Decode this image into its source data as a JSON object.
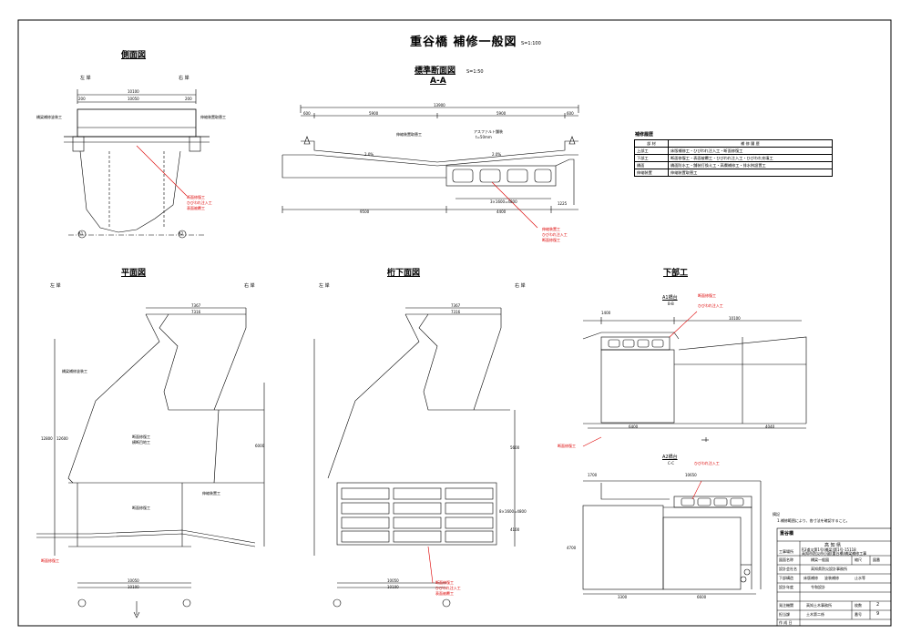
{
  "drawing": {
    "title": "重谷橋 補修一般図",
    "scale": "S=1:100"
  },
  "views": {
    "side": {
      "title": "側面図",
      "left": "左 岸",
      "right": "右 岸",
      "dims": [
        "10100",
        "10050",
        "200",
        "200"
      ],
      "notes": [
        "橋梁補修塗装工",
        "伸縮装置取替工"
      ],
      "red_note": [
        "断面修復工",
        "ひびわれ注入工",
        "表面被覆工"
      ],
      "piers": [
        "A1",
        "A2"
      ]
    },
    "section": {
      "title": "標準断面図",
      "subtitle": "A-A",
      "scale": "S=1:50",
      "dims": [
        "13900",
        "600",
        "5900",
        "5900",
        "600",
        "9500",
        "4400",
        "1225",
        "2.0%",
        "2.0%",
        "3×1600=4800"
      ],
      "notes": [
        "伸縮装置取替工",
        "アスファルト舗装",
        "t=50mm"
      ],
      "red_note": [
        "伸縮装置工",
        "ひびわれ注入工",
        "断面修復工"
      ]
    },
    "plan": {
      "title": "平面図",
      "left": "左 岸",
      "right": "右 岸",
      "dims": [
        "7367",
        "7316",
        "10050",
        "10100",
        "12600",
        "12800",
        "6000"
      ],
      "notes": [
        "橋梁補修塗装工",
        "断面修復工",
        "横断目地工",
        "伸縮装置工",
        "断面修復工"
      ],
      "red_note": [
        "断面修復工"
      ]
    },
    "girder_bottom": {
      "title": "桁下面図",
      "left": "左 岸",
      "right": "右 岸",
      "dims": [
        "7367",
        "7316",
        "10050",
        "10100",
        "5600",
        "4100",
        "8×1600=4800"
      ],
      "red_note": [
        "断面修復工",
        "ひびわれ注入工",
        "表面被覆工"
      ]
    },
    "substructure": {
      "title": "下部工",
      "a1_label": "A1橋台",
      "a1_sub": "B-B",
      "a2_label": "A2橋台",
      "a2_sub": "C-C",
      "a1_dims": [
        "1400",
        "6400",
        "4040",
        "10100"
      ],
      "a2_dims": [
        "1700",
        "10650",
        "3300",
        "6600",
        "4700"
      ],
      "red_notes": [
        "断面修復工",
        "ひびわれ注入工",
        "ひびわれ注入工",
        "断面修復工"
      ]
    }
  },
  "repair_table": {
    "title": "補修履歴",
    "header": [
      "部 材",
      "補 修 履 歴"
    ],
    "rows": [
      [
        "上部工",
        "床版補修工・ひびわれ注入工・断面修復工"
      ],
      [
        "下部工",
        "断面修復工・表面被覆工・ひびわれ注入工・ひびわれ充填工"
      ],
      [
        "橋面",
        "橋面防水工・舗装打換え工・高欄補修工・排水桝設置工"
      ],
      [
        "伸縮装置",
        "伸縮装置取替工"
      ]
    ]
  },
  "notes": {
    "heading": "摘記",
    "items": [
      "1.補修範囲により、各寸法を確認すること。"
    ]
  },
  "title_block": {
    "bridge": "重谷橋",
    "owner": "高 知 県",
    "rows": [
      [
        "工事場所",
        "R3道災第1号(橋梁)第1号-15118",
        "高知市防災市小副(重谷橋)橋梁補修工事"
      ],
      [
        "図面名称",
        "橋梁一般図",
        "縮尺",
        "図番"
      ],
      [
        "設計会社名",
        "高知県防災設計事務所",
        ""
      ],
      [
        "下部構造",
        "床版補修",
        "塗装補修",
        "止水等"
      ],
      [
        "設計年度",
        "令和設計",
        ""
      ],
      [
        "発注機関",
        "高知土木事務所",
        "枚数",
        "2"
      ],
      [
        "担当課",
        "土木第二係",
        "番号",
        "9"
      ],
      [
        "",
        "作 成 日",
        ""
      ]
    ]
  },
  "colors": {
    "line": "#000000",
    "markup": "#dd0000",
    "text": "#000000"
  }
}
